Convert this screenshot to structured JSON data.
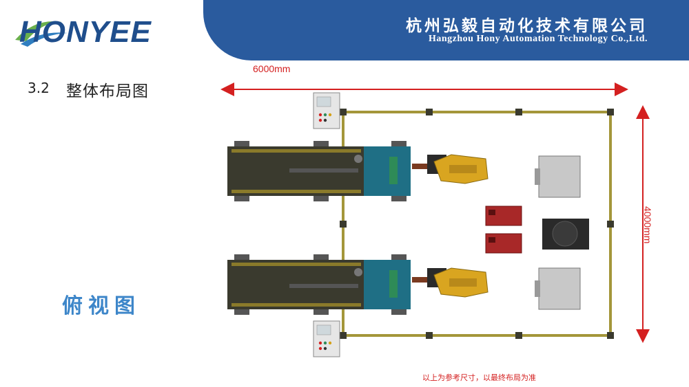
{
  "header": {
    "logo_text": "HONYEE",
    "company_cn": "杭州弘毅自动化技术有限公司",
    "company_en": "Hangzhou Hony Automation Technology Co.,Ltd."
  },
  "section": {
    "number": "3.2",
    "title": "整体布局图"
  },
  "view_label": "俯视图",
  "dimensions": {
    "width_label": "6000mm",
    "height_label": "4000mm"
  },
  "note": "以上为参考尺寸，以最终布局为准",
  "colors": {
    "banner": "#2a5b9e",
    "logo_blue": "#1f4e8c",
    "logo_green": "#6ab04c",
    "dimension_red": "#d42020",
    "fence": "#a4963a",
    "conveyor": "#3a3a2e",
    "station_teal": "#1f6f85",
    "robot_gold": "#d9a520",
    "cabinet_red": "#a82828"
  }
}
